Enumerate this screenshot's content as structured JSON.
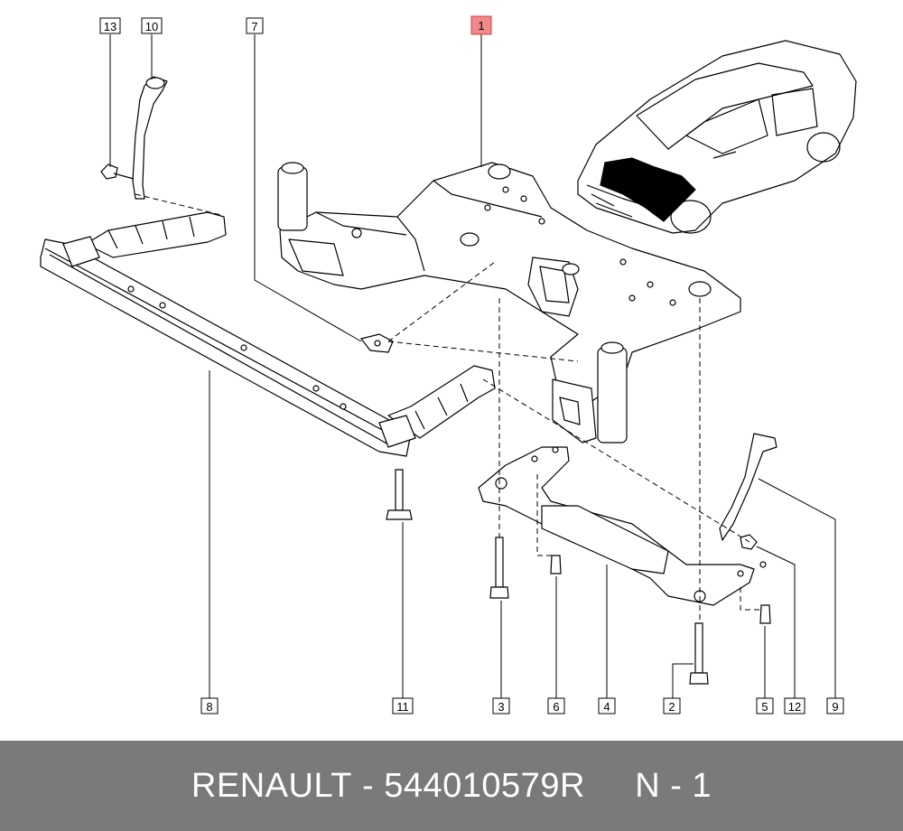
{
  "callouts": [
    {
      "id": "1",
      "highlight": true
    },
    {
      "id": "2"
    },
    {
      "id": "3"
    },
    {
      "id": "4"
    },
    {
      "id": "5"
    },
    {
      "id": "6"
    },
    {
      "id": "7"
    },
    {
      "id": "8"
    },
    {
      "id": "9"
    },
    {
      "id": "10"
    },
    {
      "id": "11"
    },
    {
      "id": "12"
    },
    {
      "id": "13"
    }
  ],
  "footer": {
    "brand": "RENAULT",
    "separator": " - ",
    "part_number": "544010579R",
    "gap": "     ",
    "view": "N - 1"
  },
  "colors": {
    "highlight_fill": "#f08a8a",
    "highlight_stroke": "#d04040",
    "footer_bg": "#7a7a7a"
  }
}
